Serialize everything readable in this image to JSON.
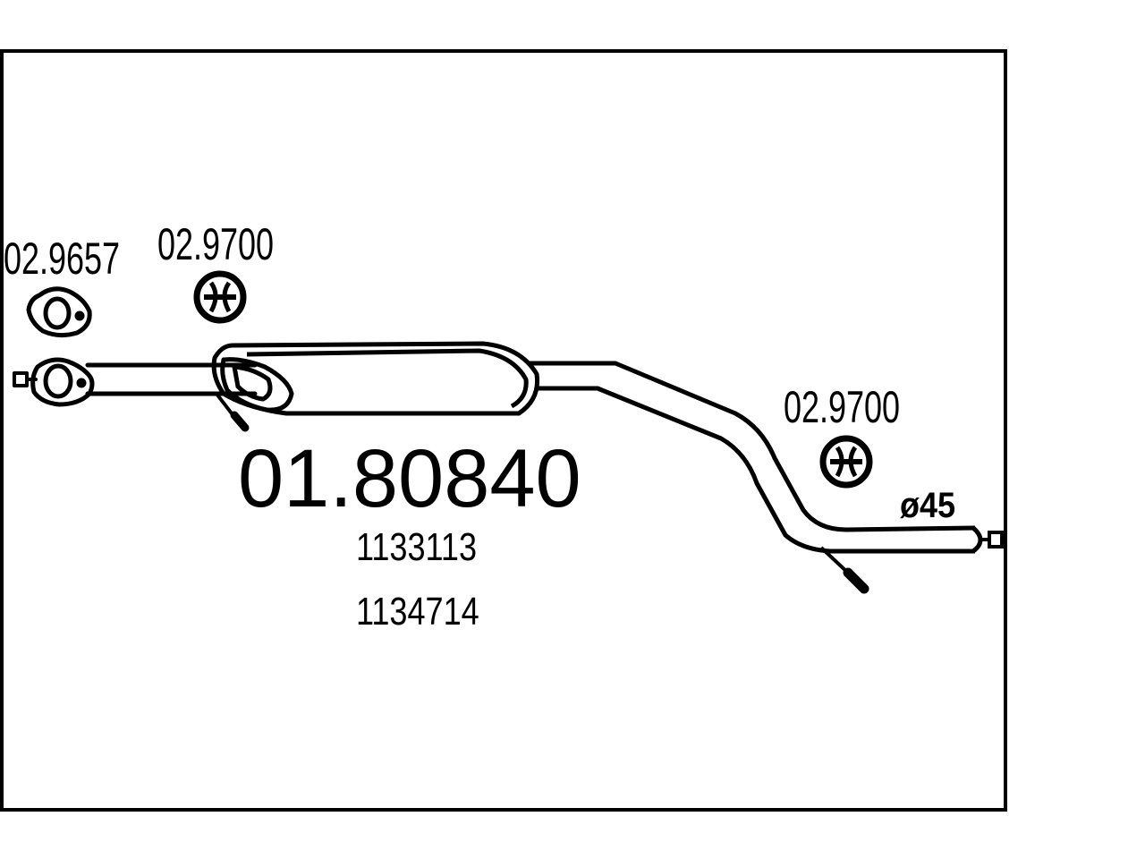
{
  "part_number": "01.80840",
  "oem_numbers": [
    "1133113",
    "1134714"
  ],
  "gasket_ref": "02.9657",
  "hanger_ref_front": "02.9700",
  "hanger_ref_rear": "02.9700",
  "pipe_diameter": "ø45",
  "colors": {
    "ink": "#000000",
    "background": "#ffffff"
  }
}
